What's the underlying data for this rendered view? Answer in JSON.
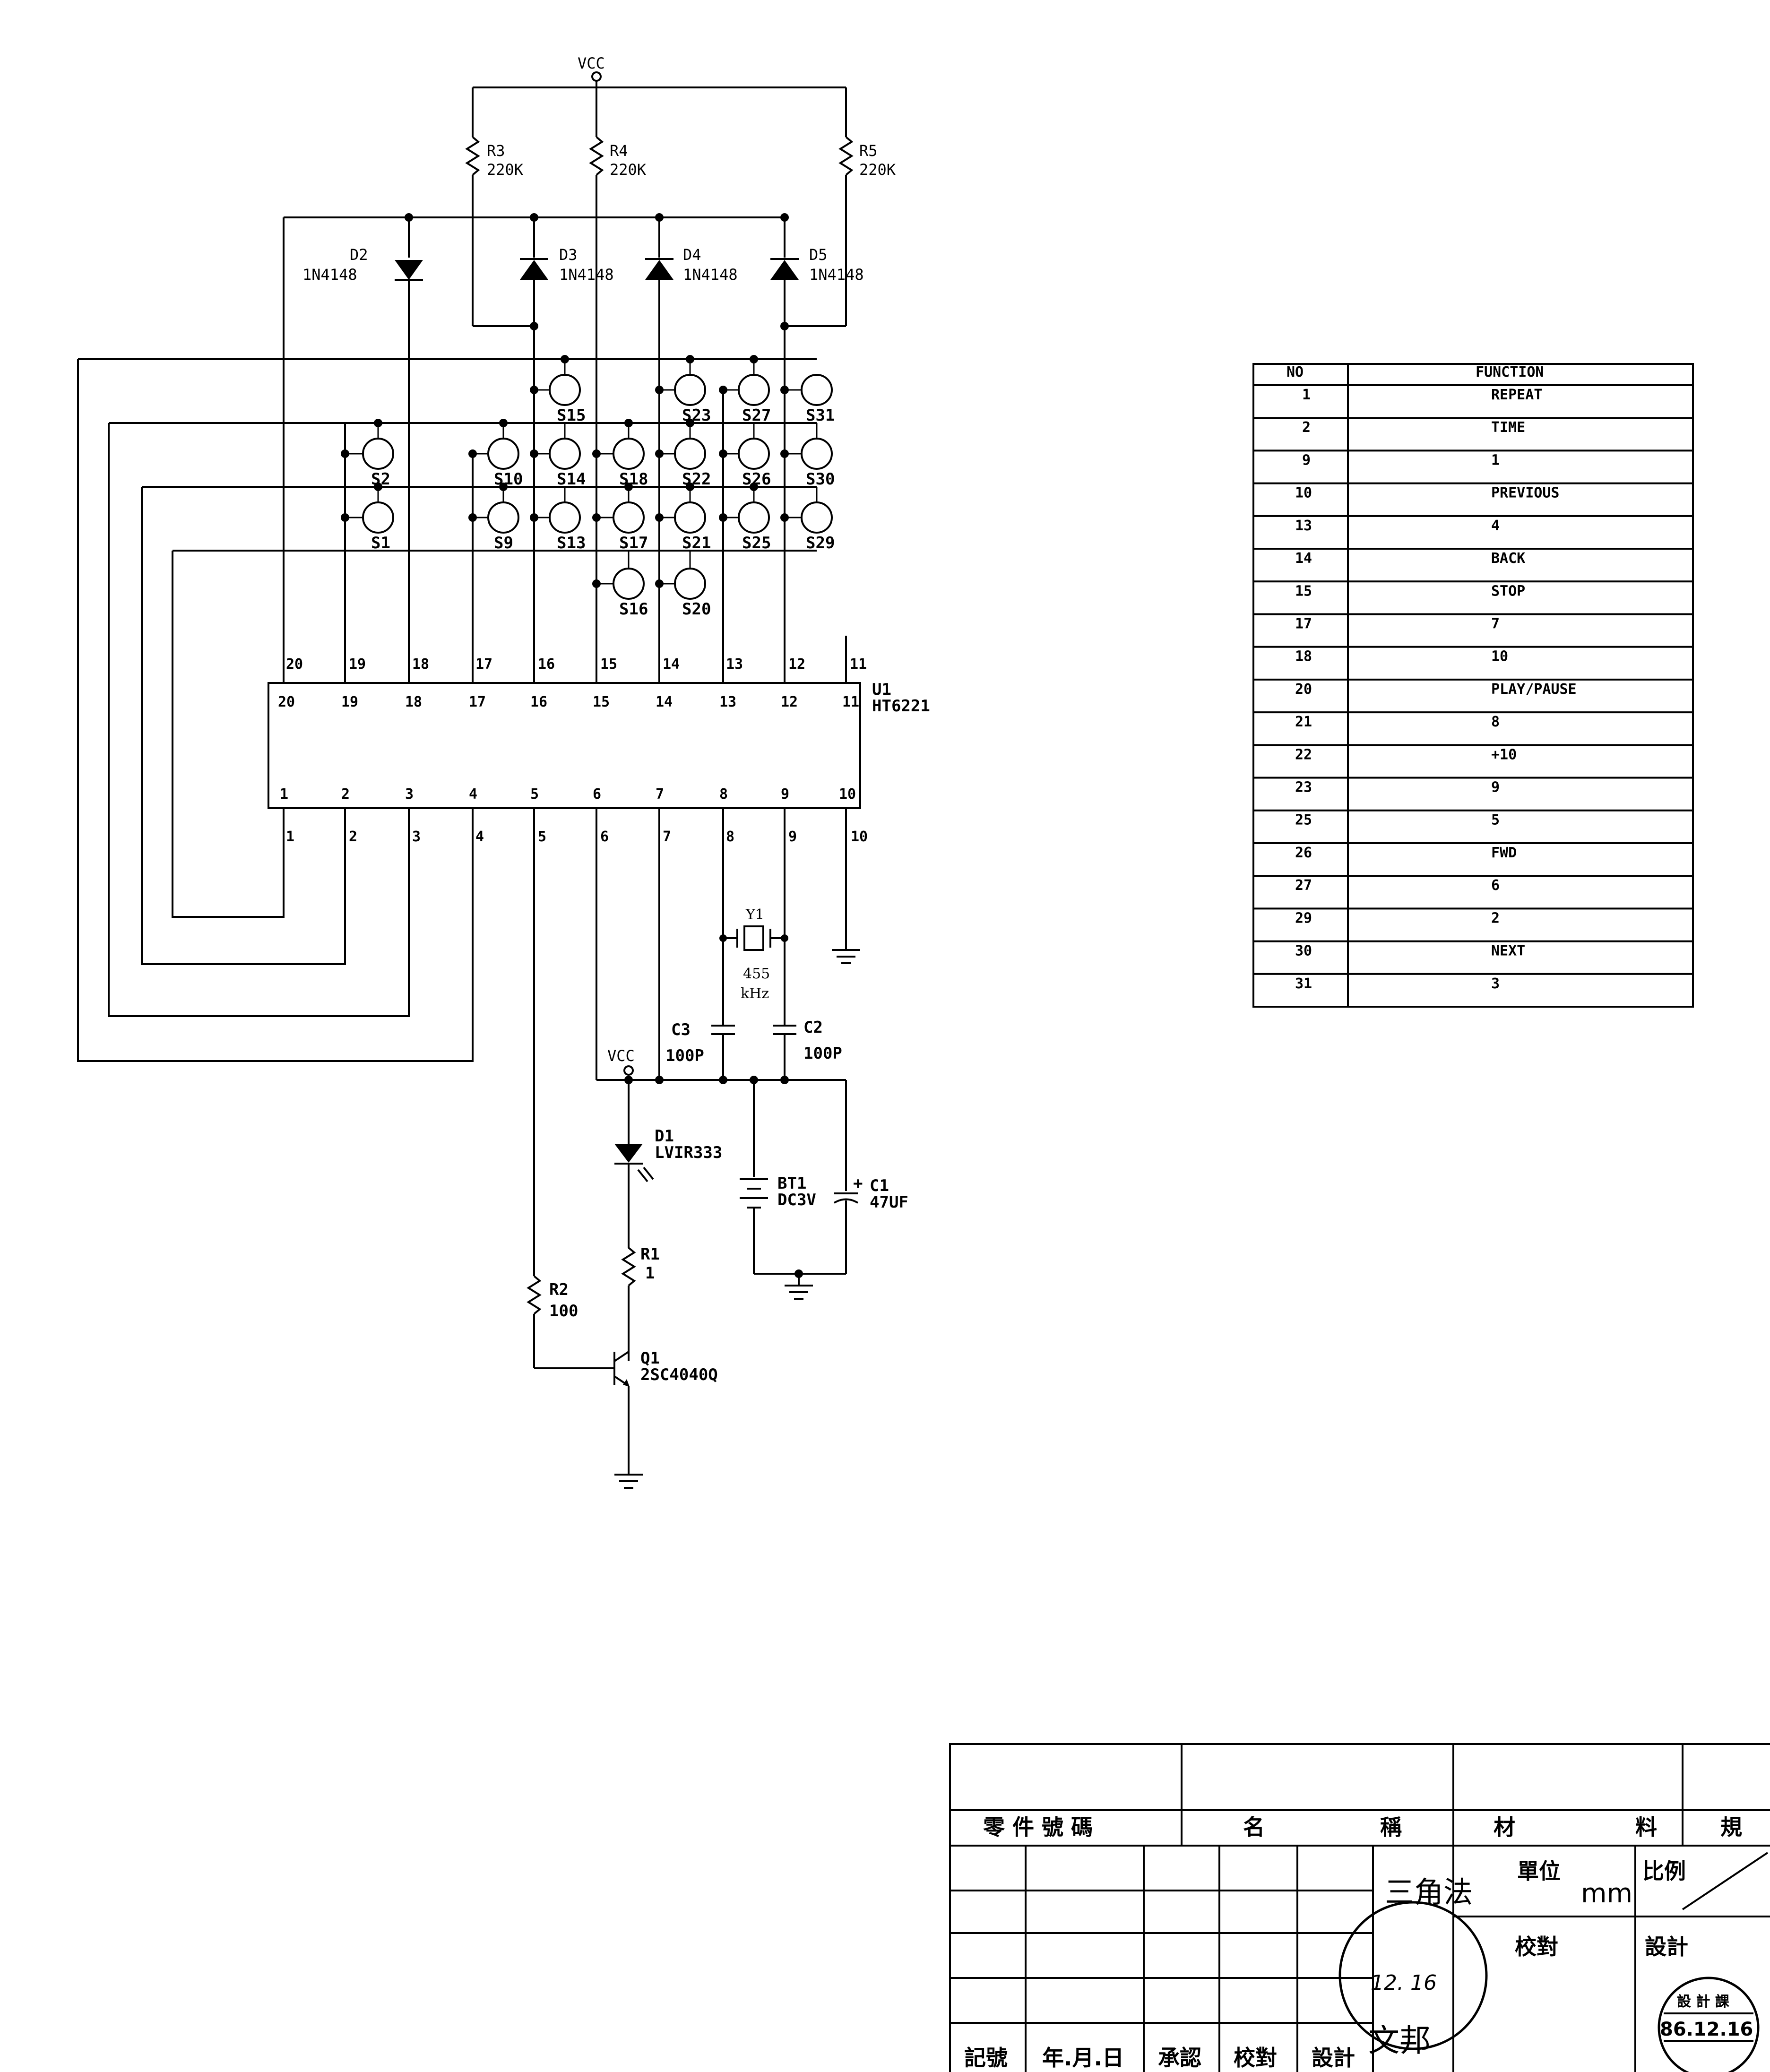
{
  "schematic": {
    "vcc_top": "VCC",
    "vcc_bottom": "VCC",
    "resistors": {
      "R3": {
        "ref": "R3",
        "value": "220K"
      },
      "R4": {
        "ref": "R4",
        "value": "220K"
      },
      "R5": {
        "ref": "R5",
        "value": "220K"
      },
      "R1": {
        "ref": "R1",
        "value": "1"
      },
      "R2": {
        "ref": "R2",
        "value": "100"
      }
    },
    "diodes": {
      "D2": {
        "ref": "D2",
        "value": "1N4148"
      },
      "D3": {
        "ref": "D3",
        "value": "1N4148"
      },
      "D4": {
        "ref": "D4",
        "value": "1N4148"
      },
      "D5": {
        "ref": "D5",
        "value": "1N4148"
      },
      "D1": {
        "ref": "D1",
        "value": "LVIR333"
      }
    },
    "switches": [
      "S15",
      "S23",
      "S27",
      "S31",
      "S2",
      "S10",
      "S14",
      "S18",
      "S22",
      "S26",
      "S30",
      "S1",
      "S9",
      "S13",
      "S17",
      "S21",
      "S25",
      "S29",
      "S16",
      "S20"
    ],
    "ic": {
      "ref": "U1",
      "value": "HT6221",
      "top_pins": [
        "20",
        "19",
        "18",
        "17",
        "16",
        "15",
        "14",
        "13",
        "12",
        "11"
      ],
      "bottom_pins": [
        "1",
        "2",
        "3",
        "4",
        "5",
        "6",
        "7",
        "8",
        "9",
        "10"
      ]
    },
    "crystal": {
      "ref": "Y1",
      "value": "455",
      "unit": "kHz"
    },
    "capacitors": {
      "C3": {
        "ref": "C3",
        "value": "100P"
      },
      "C2": {
        "ref": "C2",
        "value": "100P"
      },
      "C1": {
        "ref": "C1",
        "value": "47UF",
        "polarity": "+"
      }
    },
    "battery": {
      "ref": "BT1",
      "value": "DC3V"
    },
    "transistor": {
      "ref": "Q1",
      "value": "2SC4040Q"
    }
  },
  "function_table": {
    "headers": [
      "NO",
      "FUNCTION"
    ],
    "rows": [
      [
        "1",
        "REPEAT"
      ],
      [
        "2",
        "TIME"
      ],
      [
        "9",
        "1"
      ],
      [
        "10",
        "PREVIOUS"
      ],
      [
        "13",
        "4"
      ],
      [
        "14",
        "BACK"
      ],
      [
        "15",
        "STOP"
      ],
      [
        "17",
        "7"
      ],
      [
        "18",
        "10"
      ],
      [
        "20",
        "PLAY/PAUSE"
      ],
      [
        "21",
        "8"
      ],
      [
        "22",
        "+10"
      ],
      [
        "23",
        "9"
      ],
      [
        "25",
        "5"
      ],
      [
        "26",
        "FWD"
      ],
      [
        "27",
        "6"
      ],
      [
        "29",
        "2"
      ],
      [
        "30",
        "NEXT"
      ],
      [
        "31",
        "3"
      ]
    ]
  },
  "title_block": {
    "header_cells": [
      "零 件 號 碼",
      "名",
      "稱",
      "材",
      "料",
      "規"
    ],
    "projection": "三角法",
    "unit_label": "單位",
    "unit": "mm",
    "scale_label": "比例",
    "check_label": "校對",
    "design_label": "設計",
    "revision_cols": [
      "記號",
      "年.月.日",
      "承認",
      "校對",
      "設計"
    ],
    "stamp_left_date": "12. 16",
    "stamp_left_name": "文邦",
    "stamp_right_top": "設 計 課",
    "stamp_right_date": "86.12.16"
  }
}
